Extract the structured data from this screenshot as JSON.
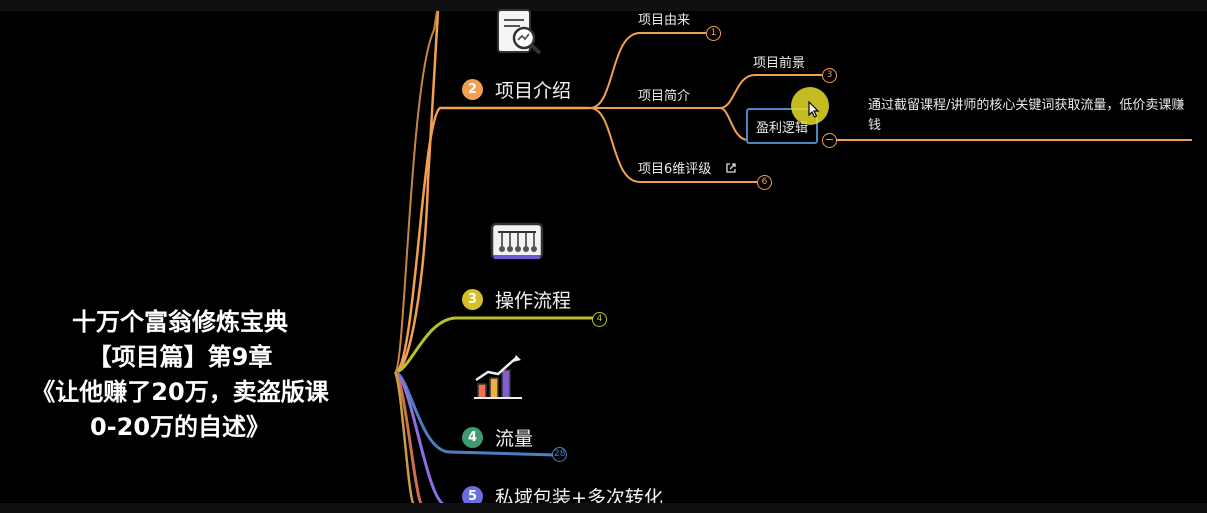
{
  "root": {
    "title_lines": [
      "十万个富翁修炼宝典",
      "【项目篇】第9章",
      "《让他赚了20万，卖盗版课",
      "0-20万的自述》"
    ]
  },
  "branches": [
    {
      "index": "2",
      "label": "项目介绍",
      "color": "#f0a050",
      "icon": "document-chart-icon"
    },
    {
      "index": "3",
      "label": "操作流程",
      "color": "#d4c12a",
      "icon": "abacus-icon",
      "child_count": "4"
    },
    {
      "index": "4",
      "label": "流量",
      "color": "#3f9b6e",
      "icon": "growth-chart-icon",
      "child_count": "28"
    },
    {
      "index": "5",
      "label": "私域包装+多次转化",
      "color": "#6a6fe0"
    }
  ],
  "project_intro": {
    "children": [
      {
        "label": "项目由来",
        "child_count": "1"
      },
      {
        "label": "项目简介"
      },
      {
        "label": "项目6维评级",
        "child_count": "6",
        "has_link": true
      }
    ],
    "intro_children": [
      {
        "label": "项目前景",
        "child_count": "3"
      },
      {
        "label": "盈利逻辑",
        "selected": true,
        "child_count": "−"
      }
    ],
    "profit_note": "通过截留课程/讲师的核心关键词获取流量，低价卖课赚钱"
  },
  "colors": {
    "background": "#000000",
    "orange_line": "#f0a050",
    "yellow_line": "#b8c030",
    "blue_line": "#4a7fc0",
    "selection_border": "#4a86c8",
    "cursor_highlight": "#e6dc28"
  }
}
